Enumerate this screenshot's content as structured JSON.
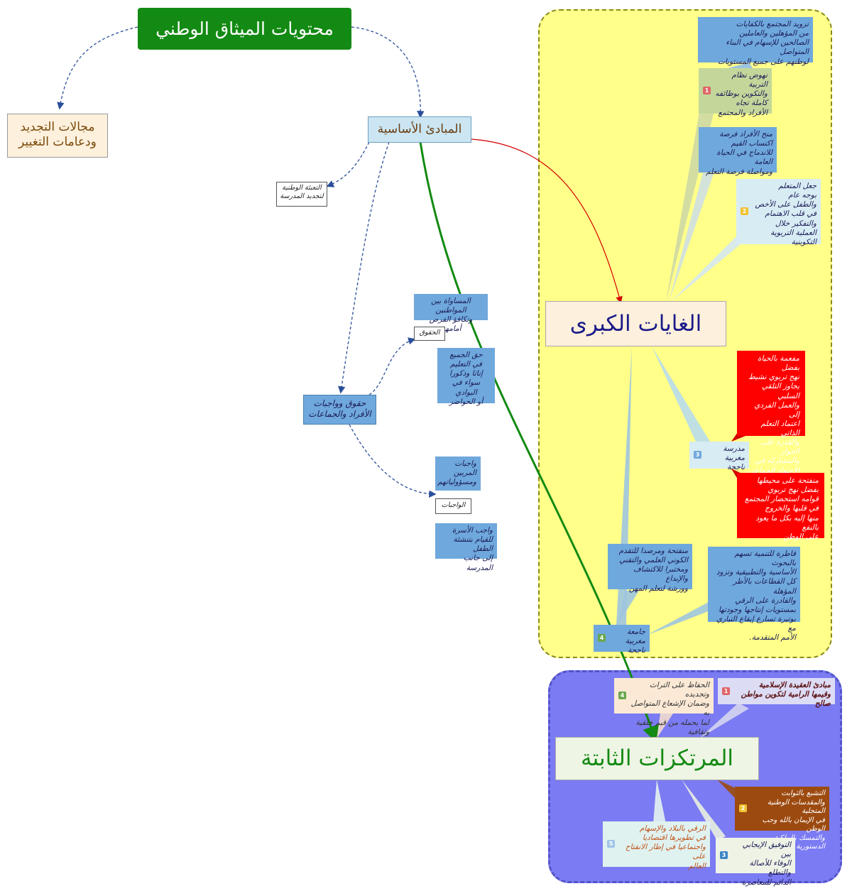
{
  "root": {
    "title": "محتويات الميثاق الوطني"
  },
  "renewal": {
    "line1": "مجالات التجديد",
    "line2": "ودعامات التغيير"
  },
  "principles": {
    "title": "المبادئ الأساسية"
  },
  "national_mobilization": {
    "line1": "التعبئة الوطنية",
    "line2": "لتجديد المدرسة"
  },
  "rights_duties": {
    "line1": "حقوق وواجبات",
    "line2": "الأفراد والجماعات"
  },
  "rights": {
    "label": "الحقوق",
    "equality": {
      "line1": "المساواة بين المواطنين",
      "line2": "وتكافؤ الفرص أمامهم"
    },
    "education_right": {
      "lines": [
        "حق الجميع",
        "في التعليم",
        "إناثا وذكورا",
        "سواء في البوادي",
        "أو الحواضر"
      ]
    }
  },
  "duties": {
    "label": "الواجبات",
    "learners": {
      "lines": [
        "واجبات",
        "المربين",
        "ومسؤولياتهم"
      ]
    },
    "family": {
      "lines": [
        "واجب الأسرة",
        "للقيام بتنشئة الطفل",
        "إلى جانب المدرسة"
      ]
    }
  },
  "major_goals": {
    "title": "الغايات الكبرى",
    "supply": {
      "lines": [
        "تزويد المجتمع بالكفايات",
        "من المؤهلين والعاملين",
        "الصالحين للإسهام في البناء المتواصل",
        "لوطنهم على جميع المستويات"
      ]
    },
    "renaissance": {
      "badge": "1",
      "lines": [
        "نهوض نظام التربية",
        "والتكوين بوظائفه",
        "كاملة تجاه",
        "الأفراد والمجتمع"
      ]
    },
    "opportunity": {
      "lines": [
        "منح الأفراد فرصة",
        "اكتساب القيم",
        "للاندماج في الحياة العامة",
        "ومواصلة فرصة التعلم"
      ]
    },
    "learner_center": {
      "badge": "2",
      "lines": [
        "جعل المتعلم",
        "بوجه عام",
        "والطفل على الأخص",
        "في قلب الاهتمام",
        "والتفكير خلال",
        "العملية التربوية التكوينية"
      ]
    },
    "school_full": {
      "lines": [
        "مفعمة بالحياة بفضل",
        "نهج تربوي نشيط",
        "يجاوز التلقي السلبي",
        "والعمل الفردي إلى",
        "اعتماد التعلم الذاتي",
        "والقدرة على الحوار",
        "والمشاركة في",
        "الاجتهاد الجماعي."
      ]
    },
    "school": {
      "badge": "3",
      "lines": [
        "مدرسة مغربية",
        "ناجحة"
      ]
    },
    "school_open": {
      "lines": [
        "منفتحة على محيطها",
        "بفضل نهج تربوي",
        "قوامه استحضار المجتمع",
        "في قلبها والخروج",
        "منها إليه بكل ما يعود بالنفع",
        "على الوطن"
      ]
    },
    "uni_open": {
      "lines": [
        "منفتحة ومرصدا للتقدم",
        "الكوني العلمي والتقني",
        "ومختبرا للاكتشاف والإبداع",
        "وورشة لتعلم المهن"
      ]
    },
    "uni_engine": {
      "lines": [
        "قاطرة للتنمية تسهم بالبحوث",
        "الأساسية والتطبيقية وتزود",
        "كل القطاعات بالأطر المؤهلة",
        "والقادرة على الرقي",
        "بمستويات إنتاجها وجودتها",
        "بوتيرة تسارع إيقاع التباري مع",
        "الأمم المتقدمة."
      ]
    },
    "university": {
      "badge": "4",
      "lines": [
        "جامعة مغربية",
        "ناجحة"
      ]
    }
  },
  "fixed_pillars": {
    "title": "المرتكزات الثابتة",
    "islam": {
      "badge": "1",
      "lines": [
        "مبادئ العقيدة الإسلامية",
        "وقيمها الرامية لتكوين مواطن صالح"
      ]
    },
    "heritage": {
      "badge": "4",
      "lines": [
        "الحفاظ على التراث وتجديده",
        "وضمان الإشعاع المتواصل به",
        "لما يحمله من قيم خلقية وثقافية"
      ]
    },
    "constants": {
      "badge": "2",
      "lines": [
        "التشبع بالثوابت",
        "والمقدسات الوطنية المتجلية",
        "في الإيمان بالله وحب الوطن",
        "والتمسك بالملكية الدستورية"
      ]
    },
    "progress": {
      "badge": "5",
      "lines": [
        "الرقي بالبلاد والإسهام",
        "في تطويرها اقتصاديا",
        "واجتماعيا في إطار الانفتاح على",
        "العالم"
      ]
    },
    "harmony": {
      "badge": "3",
      "lines": [
        "التوفيق الإيجابي بين",
        "الوفاء للأصالة والتطلع",
        "الدائم للمعاصرة"
      ]
    }
  },
  "colors": {
    "root": "#138a13",
    "goals_region": "#ffff8a",
    "pillars_region": "#7b7bf3",
    "accent_green": "#138a13",
    "accent_red": "#d40000"
  }
}
